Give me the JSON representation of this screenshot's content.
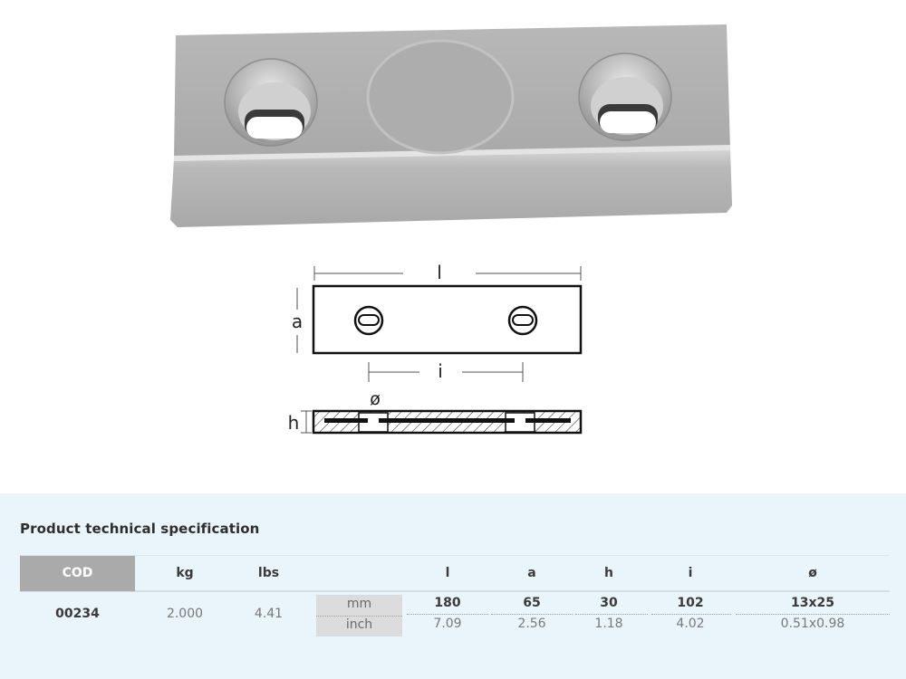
{
  "product_image": {
    "alt": "Zinc anode plate with two countersunk slotted holes",
    "color": "#b4b4b4"
  },
  "drawing": {
    "labels": {
      "length": "l",
      "width": "a",
      "interaxis": "i",
      "diameter": "ø",
      "height": "h"
    }
  },
  "spec": {
    "title": "Product technical specification",
    "headers": {
      "cod": "COD",
      "kg": "kg",
      "lbs": "lbs",
      "l": "l",
      "a": "a",
      "h": "h",
      "i": "i",
      "dia": "ø"
    },
    "row": {
      "cod": "00234",
      "kg": "2.000",
      "lbs": "4.41",
      "units": {
        "mm": "mm",
        "inch": "inch"
      },
      "mm": {
        "l": "180",
        "a": "65",
        "h": "30",
        "i": "102",
        "dia": "13x25"
      },
      "inch": {
        "l": "7.09",
        "a": "2.56",
        "h": "1.18",
        "i": "4.02",
        "dia": "0.51x0.98"
      }
    },
    "colors": {
      "panel_bg": "#eaf4fb",
      "cod_header_bg": "#aaaaaa",
      "unit_box_bg": "#dcdcdc"
    }
  }
}
